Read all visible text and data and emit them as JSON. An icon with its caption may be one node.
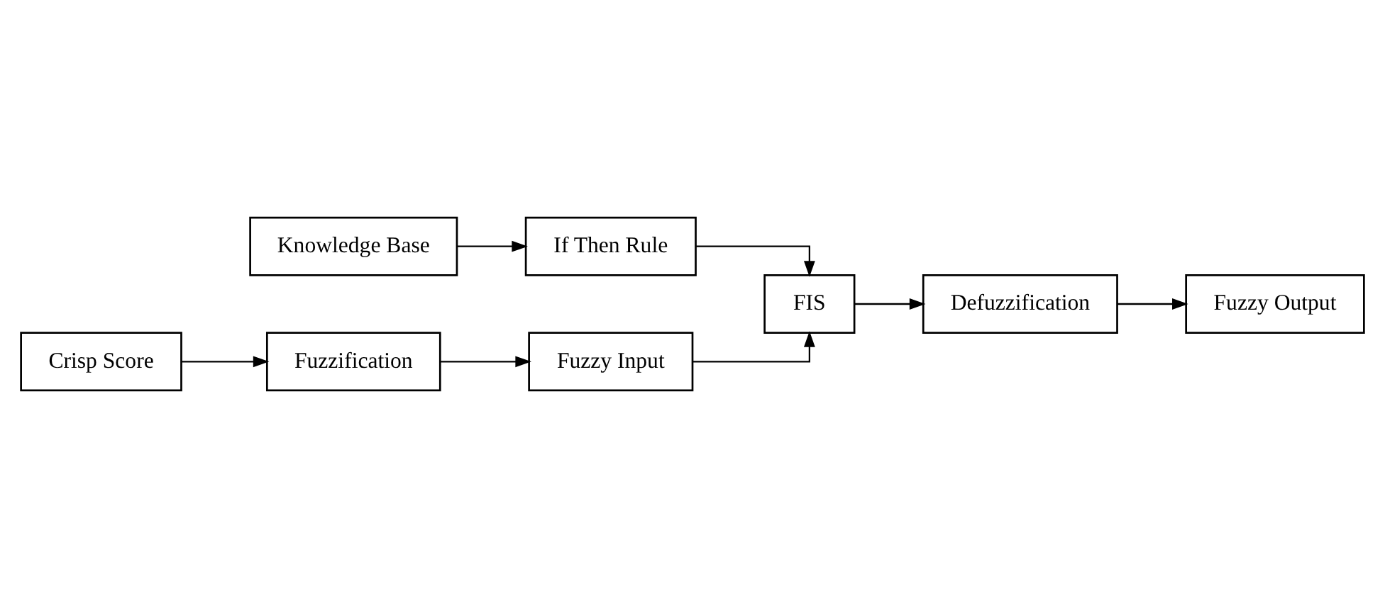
{
  "diagram": {
    "nodes": [
      {
        "text": [
          "Fuzzy Input"
        ]
      },
      {
        "text": [
          "If Then Rule"
        ]
      },
      {
        "text": [
          "Fuzzification"
        ]
      },
      {
        "text": [
          "FIS"
        ]
      },
      {
        "text": [
          "Knowledge Base"
        ]
      },
      {
        "text": [
          "Crisp Score"
        ]
      },
      {
        "text": [
          "Defuzzification"
        ]
      },
      {
        "text": [
          "Fuzzy Output"
        ]
      }
    ],
    "edges": [
      {
        "from": 5,
        "to": 2,
        "arrow": "to"
      },
      {
        "from": 2,
        "to": 0,
        "arrow": "to"
      },
      {
        "from": 0,
        "to": 3,
        "arrow": "to"
      },
      {
        "from": 4,
        "to": 1,
        "arrow": "to"
      },
      {
        "from": 1,
        "to": 3,
        "arrow": "to"
      },
      {
        "from": 3,
        "to": 6,
        "arrow": "to"
      },
      {
        "from": 6,
        "to": 7,
        "arrow": "to"
      }
    ]
  }
}
